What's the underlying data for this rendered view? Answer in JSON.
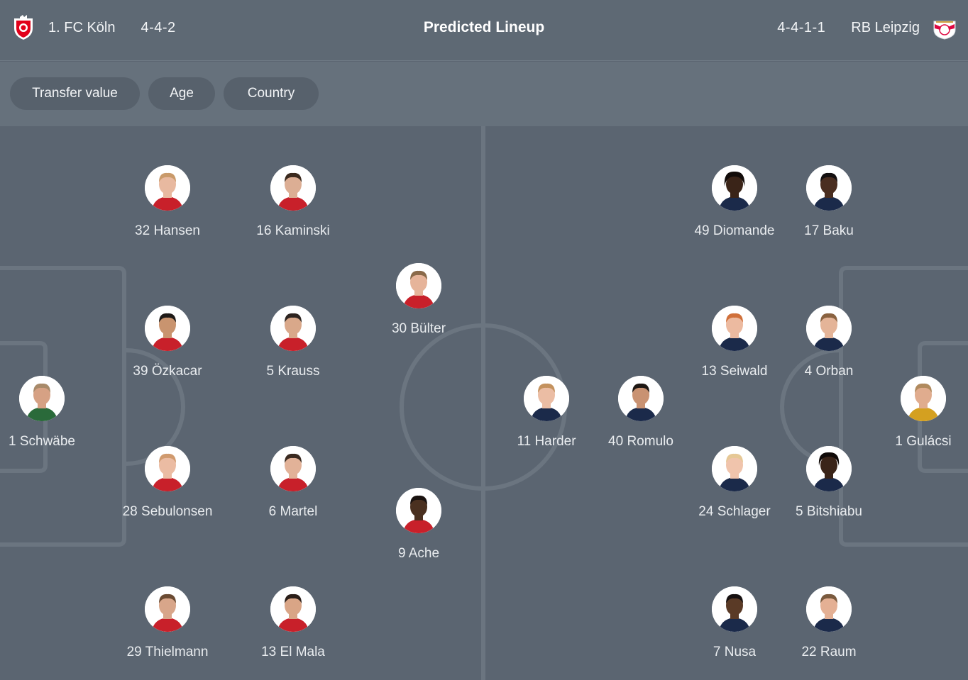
{
  "header": {
    "title": "Predicted Lineup",
    "home": {
      "name": "1. FC Köln",
      "formation": "4-4-2",
      "crest_icon": "fc-koln-crest-icon"
    },
    "away": {
      "name": "RB Leipzig",
      "formation": "4-4-1-1",
      "crest_icon": "rb-leipzig-crest-icon"
    }
  },
  "filters": [
    {
      "label": "Transfer value"
    },
    {
      "label": "Age"
    },
    {
      "label": "Country"
    }
  ],
  "home_players": [
    {
      "label": "32 Hansen",
      "skin": "#e8b9a0",
      "hair": "#c99a6a"
    },
    {
      "label": "16 Kaminski",
      "skin": "#dcae94",
      "hair": "#3b2a1e"
    },
    {
      "label": "30 Bülter",
      "skin": "#e6b49a",
      "hair": "#8a6a4a"
    },
    {
      "label": "39 Özkacar",
      "skin": "#c9946f",
      "hair": "#1f1a17"
    },
    {
      "label": "5 Krauss",
      "skin": "#d9a88a",
      "hair": "#2d2420"
    },
    {
      "label": "1 Schwäbe",
      "skin": "#d6a184",
      "hair": "#a88a6a"
    },
    {
      "label": "28 Sebulonsen",
      "skin": "#ebbca3",
      "hair": "#d09a6e"
    },
    {
      "label": "6 Martel",
      "skin": "#e2b298",
      "hair": "#3a2a20"
    },
    {
      "label": "9 Ache",
      "skin": "#4a3020",
      "hair": "#1a1210"
    },
    {
      "label": "29 Thielmann",
      "skin": "#d8a68a",
      "hair": "#6a4a32"
    },
    {
      "label": "13 El Mala",
      "skin": "#d9a586",
      "hair": "#2a1e18"
    }
  ],
  "away_players": [
    {
      "label": "49 Diomande",
      "skin": "#3a2418",
      "hair": "#120c0a"
    },
    {
      "label": "17 Baku",
      "skin": "#4a2e20",
      "hair": "#141010"
    },
    {
      "label": "13 Seiwald",
      "skin": "#ecbaa0",
      "hair": "#d0703a"
    },
    {
      "label": "4 Orban",
      "skin": "#e4b498",
      "hair": "#8a6240"
    },
    {
      "label": "11 Harder",
      "skin": "#ebbda4",
      "hair": "#c4925e"
    },
    {
      "label": "40 Romulo",
      "skin": "#c99272",
      "hair": "#1e1814"
    },
    {
      "label": "1 Gulácsi",
      "skin": "#e0ac8e",
      "hair": "#b08a5e"
    },
    {
      "label": "24 Schlager",
      "skin": "#f0c4ac",
      "hair": "#e6c896"
    },
    {
      "label": "5 Bitshiabu",
      "skin": "#3a2418",
      "hair": "#100a08"
    },
    {
      "label": "7 Nusa",
      "skin": "#5a3a26",
      "hair": "#161010"
    },
    {
      "label": "22 Raum",
      "skin": "#e4b094",
      "hair": "#7a5a3e"
    }
  ],
  "colors": {
    "header_bg": "#5e6974",
    "filter_bar_bg": "#66717c",
    "pill_bg": "#57616c",
    "pitch_bg": "#5b6571",
    "pitch_lines": "#6b7580",
    "koln_red": "#e2001a",
    "leipzig_red": "#dd0741"
  }
}
